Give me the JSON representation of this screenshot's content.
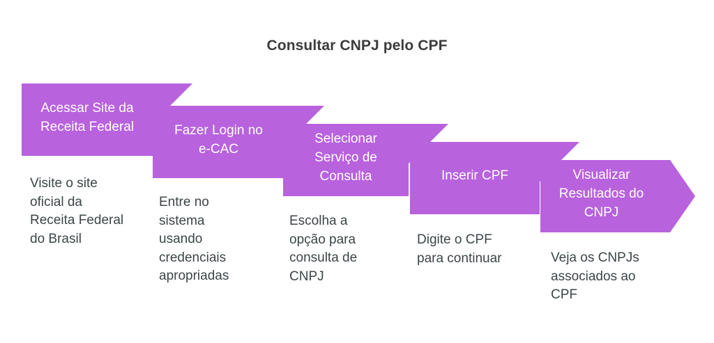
{
  "title": "Consultar CNPJ pelo CPF",
  "colors": {
    "accent": "#b862de",
    "title_text": "#3c3c3c",
    "label_text": "#ffffff",
    "description_text": "#3d4547",
    "background": "#ffffff"
  },
  "steps": [
    {
      "index": "1",
      "label": "Acessar Site da\nReceita Federal",
      "description": "Visite o site\noficial da\nReceita Federal\ndo Brasil"
    },
    {
      "index": "2",
      "label": "Fazer Login no\ne-CAC",
      "description": "Entre no\nsistema\nusando\ncredenciais\napropriadas"
    },
    {
      "index": "3",
      "label": "Selecionar\nServiço de\nConsulta",
      "description": "Escolha a\nopção para\nconsulta de\nCNPJ"
    },
    {
      "index": "4",
      "label": "Inserir CPF",
      "description": "Digite o CPF\npara continuar"
    },
    {
      "index": "5",
      "label": "Visualizar\nResultados do\nCNPJ",
      "description": "Veja os CNPJs\nassociados ao\nCPF"
    }
  ]
}
